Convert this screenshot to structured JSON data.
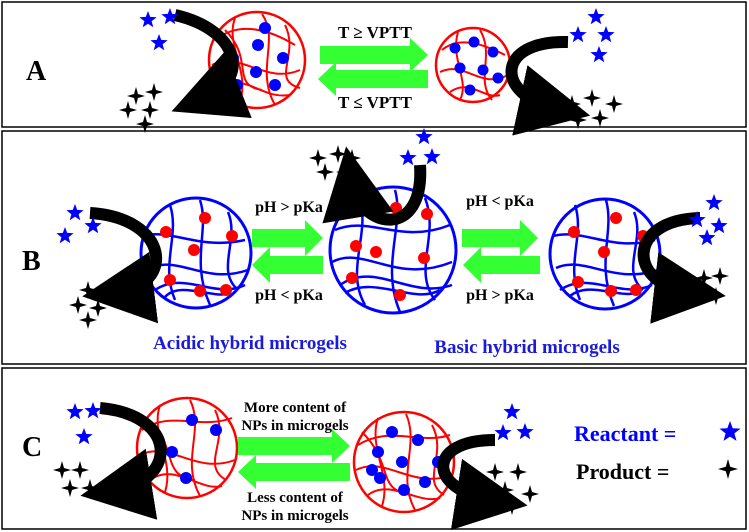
{
  "panels": {
    "a": {
      "letter": "A",
      "top_condition": "T ≥ VPTT",
      "bottom_condition": "T ≤ VPTT"
    },
    "b": {
      "letter": "B",
      "left_top": "pH > pKa",
      "left_bottom": "pH < pKa",
      "right_top": "pH < pKa",
      "right_bottom": "pH > pKa",
      "caption_acidic": "Acidic hybrid microgels",
      "caption_basic": "Basic hybrid microgels"
    },
    "c": {
      "letter": "C",
      "top_line1": "More content of",
      "top_line2": "NPs in microgels",
      "bottom_line1": "Less content of",
      "bottom_line2": "NPs in microgels",
      "legend_reactant": "Reactant =",
      "legend_product": "Product ="
    }
  },
  "colors": {
    "microgel_red": "#ff0000",
    "microgel_blue": "#0000ff",
    "arrow_green": "#33ff33",
    "star_blue": "#0000ff",
    "caption_blue": "#1a1adb",
    "curve_black": "#000000"
  },
  "icons": {
    "reactant": "blue-star-icon",
    "product": "black-four-point-star-icon"
  }
}
